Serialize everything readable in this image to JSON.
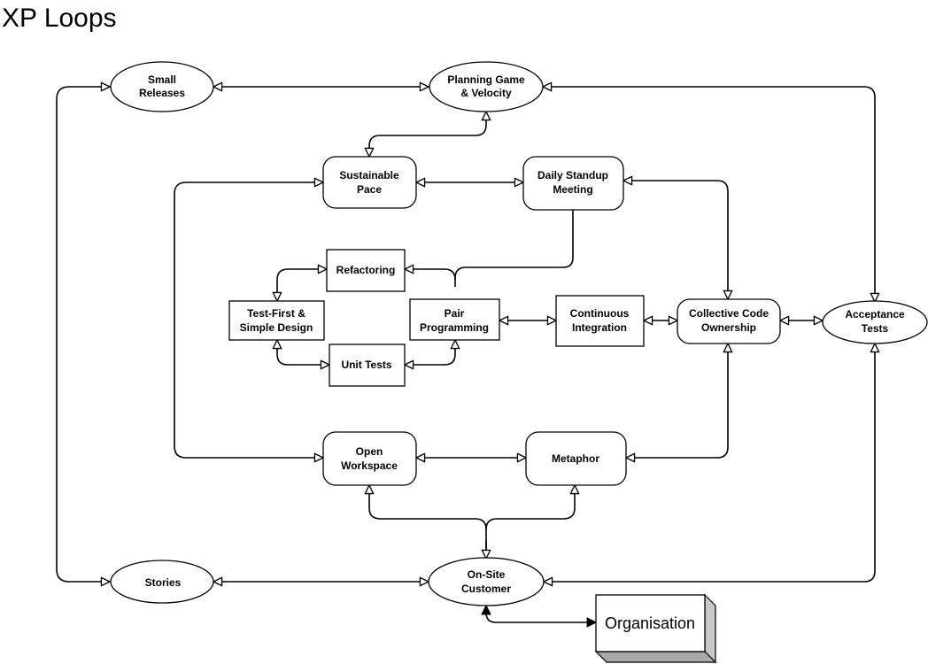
{
  "title": "XP Loops",
  "nodes": {
    "small_releases": [
      "Small",
      "Releases"
    ],
    "planning_game": [
      "Planning Game",
      "& Velocity"
    ],
    "sustainable_pace": [
      "Sustainable",
      "Pace"
    ],
    "daily_standup": [
      "Daily Standup",
      "Meeting"
    ],
    "refactoring": [
      "Refactoring"
    ],
    "test_first": [
      "Test-First &",
      "Simple Design"
    ],
    "pair_programming": [
      "Pair",
      "Programming"
    ],
    "unit_tests": [
      "Unit Tests"
    ],
    "continuous_integration": [
      "Continuous",
      "Integration"
    ],
    "collective_code": [
      "Collective Code",
      "Ownership"
    ],
    "acceptance_tests": [
      "Acceptance",
      "Tests"
    ],
    "open_workspace": [
      "Open",
      "Workspace"
    ],
    "metaphor": [
      "Metaphor"
    ],
    "stories": [
      "Stories"
    ],
    "onsite_customer": [
      "On-Site",
      "Customer"
    ],
    "organisation": [
      "Organisation"
    ]
  },
  "colors": {
    "line": "#000000",
    "fill": "#ffffff",
    "organisation_side": "#c8c8c8",
    "organisation_bottom": "#a8a8a8"
  }
}
